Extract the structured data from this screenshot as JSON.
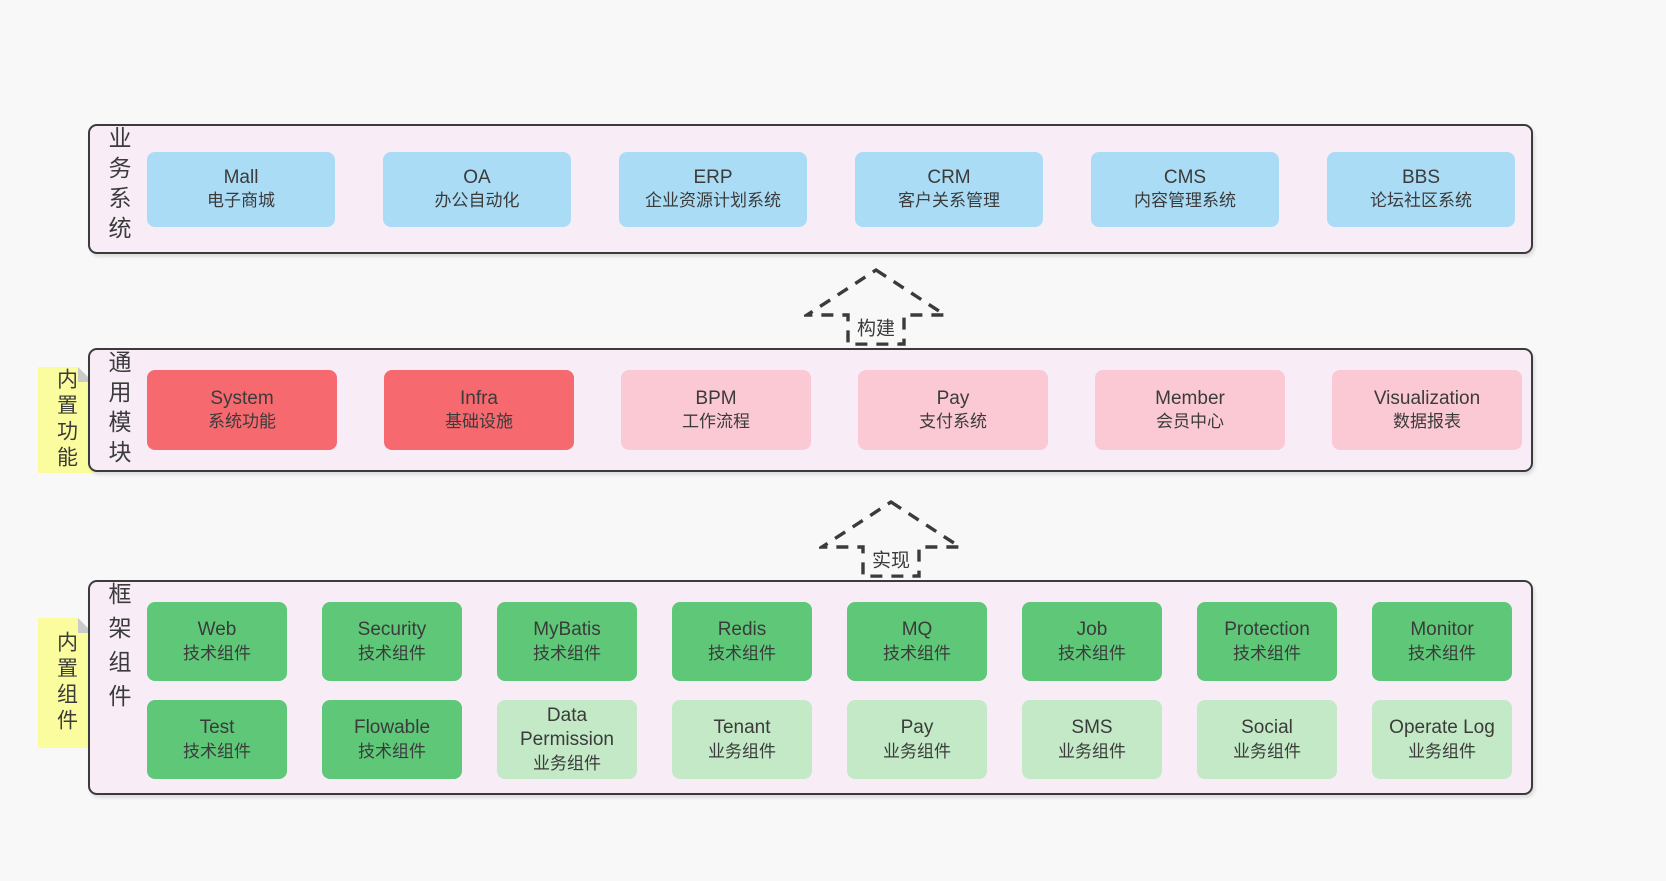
{
  "palette": {
    "page_bg": "#f8f8f8",
    "panel_bg": "#f8edf7",
    "panel_border": "#3b3b3b",
    "text": "#3b3b3b",
    "blue": "#aadcf5",
    "red": "#f5696f",
    "pink": "#fbc9d4",
    "green": "#5ec878",
    "lightgreen": "#c3e9c6",
    "note_bg": "#fbfc9d",
    "note_fold": "#c9cacb"
  },
  "panels": {
    "business": {
      "label": "业务系统",
      "items": [
        {
          "name": "Mall",
          "desc": "电子商城",
          "color": "blue"
        },
        {
          "name": "OA",
          "desc": "办公自动化",
          "color": "blue"
        },
        {
          "name": "ERP",
          "desc": "企业资源计划系统",
          "color": "blue"
        },
        {
          "name": "CRM",
          "desc": "客户关系管理",
          "color": "blue"
        },
        {
          "name": "CMS",
          "desc": "内容管理系统",
          "color": "blue"
        },
        {
          "name": "BBS",
          "desc": "论坛社区系统",
          "color": "blue"
        }
      ]
    },
    "modules": {
      "label": "通用模块",
      "note": "内置功能",
      "items": [
        {
          "name": "System",
          "desc": "系统功能",
          "color": "red"
        },
        {
          "name": "Infra",
          "desc": "基础设施",
          "color": "red"
        },
        {
          "name": "BPM",
          "desc": "工作流程",
          "color": "pink"
        },
        {
          "name": "Pay",
          "desc": "支付系统",
          "color": "pink"
        },
        {
          "name": "Member",
          "desc": "会员中心",
          "color": "pink"
        },
        {
          "name": "Visualization",
          "desc": "数据报表",
          "color": "pink"
        }
      ]
    },
    "components": {
      "label": "框架组件",
      "note": "内置组件",
      "row1": [
        {
          "name": "Web",
          "desc": "技术组件",
          "color": "green"
        },
        {
          "name": "Security",
          "desc": "技术组件",
          "color": "green"
        },
        {
          "name": "MyBatis",
          "desc": "技术组件",
          "color": "green"
        },
        {
          "name": "Redis",
          "desc": "技术组件",
          "color": "green"
        },
        {
          "name": "MQ",
          "desc": "技术组件",
          "color": "green"
        },
        {
          "name": "Job",
          "desc": "技术组件",
          "color": "green"
        },
        {
          "name": "Protection",
          "desc": "技术组件",
          "color": "green"
        },
        {
          "name": "Monitor",
          "desc": "技术组件",
          "color": "green"
        }
      ],
      "row2": [
        {
          "name": "Test",
          "desc": "技术组件",
          "color": "green"
        },
        {
          "name": "Flowable",
          "desc": "技术组件",
          "color": "green"
        },
        {
          "name": "Data Permission",
          "desc": "业务组件",
          "color": "lightgreen"
        },
        {
          "name": "Tenant",
          "desc": "业务组件",
          "color": "lightgreen"
        },
        {
          "name": "Pay",
          "desc": "业务组件",
          "color": "lightgreen"
        },
        {
          "name": "SMS",
          "desc": "业务组件",
          "color": "lightgreen"
        },
        {
          "name": "Social",
          "desc": "业务组件",
          "color": "lightgreen"
        },
        {
          "name": "Operate Log",
          "desc": "业务组件",
          "color": "lightgreen"
        }
      ]
    }
  },
  "arrows": {
    "build": {
      "label": "构建"
    },
    "implement": {
      "label": "实现"
    }
  }
}
